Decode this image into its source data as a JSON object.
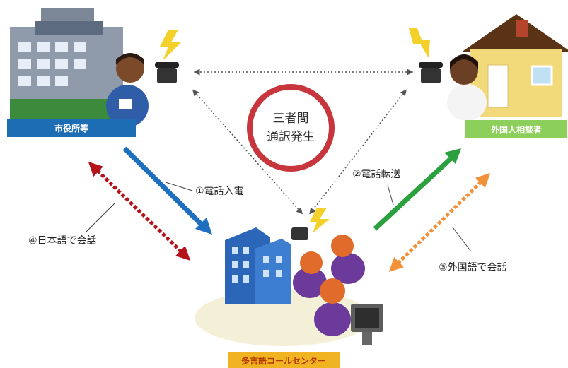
{
  "nodes": {
    "city_office": {
      "label": "市役所等",
      "color": "#1d6db5"
    },
    "foreign_consultant": {
      "label": "外国人相談者",
      "color": "#8ccf5a"
    },
    "call_center": {
      "label": "多言語コールセンター",
      "color": "#f0b321"
    }
  },
  "center": {
    "line1": "三者間",
    "line2": "通訳発生"
  },
  "steps": {
    "step1": "①電話入電",
    "step2": "②電話転送",
    "step3": "③外国語で会話",
    "step4": "④日本語で会話"
  },
  "colors": {
    "arrow_blue": "#1e6fbf",
    "arrow_green": "#2aa13e",
    "arrow_red": "#b5131b",
    "arrow_orange": "#f2913a",
    "ring": "#c7363c",
    "dotted": "#555555"
  }
}
